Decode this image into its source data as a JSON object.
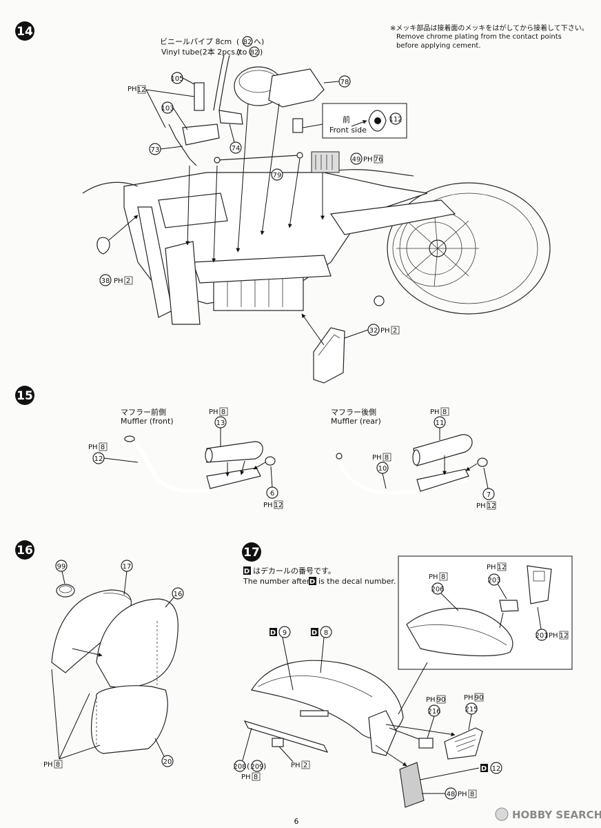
{
  "steps": [
    {
      "number": "14"
    },
    {
      "number": "15"
    },
    {
      "number": "16"
    },
    {
      "number": "17"
    }
  ],
  "note": {
    "jp": "※メッキ部品は接着面のメッキをはがしてから接着して下さい。",
    "en1": "Remove chrome plating from the contact points",
    "en2": "before applying cement."
  },
  "step14": {
    "vinyl_jp": "ビニールパイプ 8cm",
    "vinyl_to_jp": "へ)",
    "vinyl_en": "Vinyl tube(2本 2pcs.)",
    "vinyl_to_en": "(to",
    "vinyl_close": ")",
    "vinyl_paren": "(",
    "front_jp": "前",
    "front_en": "Front side",
    "ph": "PH",
    "parts": [
      "82",
      "105",
      "103",
      "73",
      "74",
      "79",
      "78",
      "112",
      "49",
      "38",
      "32"
    ],
    "runners": [
      "12",
      "76",
      "2",
      "2"
    ]
  },
  "step15": {
    "front_jp": "マフラー前側",
    "front_en": "Muffler (front)",
    "rear_jp": "マフラー後側",
    "rear_en": "Muffler (rear)",
    "parts": [
      "13",
      "12",
      "6",
      "11",
      "10",
      "7"
    ],
    "runners": [
      "8",
      "8",
      "12",
      "8",
      "8",
      "12"
    ]
  },
  "step16": {
    "parts": [
      "99",
      "17",
      "16",
      "20"
    ],
    "runners": [
      "8"
    ]
  },
  "step17": {
    "decal_tag": "D",
    "decal_jp": "はデカールの番号です。",
    "decal_en1": "The number after",
    "decal_en2": "is the decal number.",
    "parts": [
      "206",
      "203",
      "201",
      "216",
      "215",
      "208",
      "209",
      "48"
    ],
    "decals": [
      "9",
      "8",
      "12"
    ],
    "runners": [
      "8",
      "12",
      "12",
      "90",
      "90",
      "8",
      "2",
      "8"
    ]
  },
  "footer": {
    "page": "6",
    "watermark": "HOBBY SEARCH"
  }
}
